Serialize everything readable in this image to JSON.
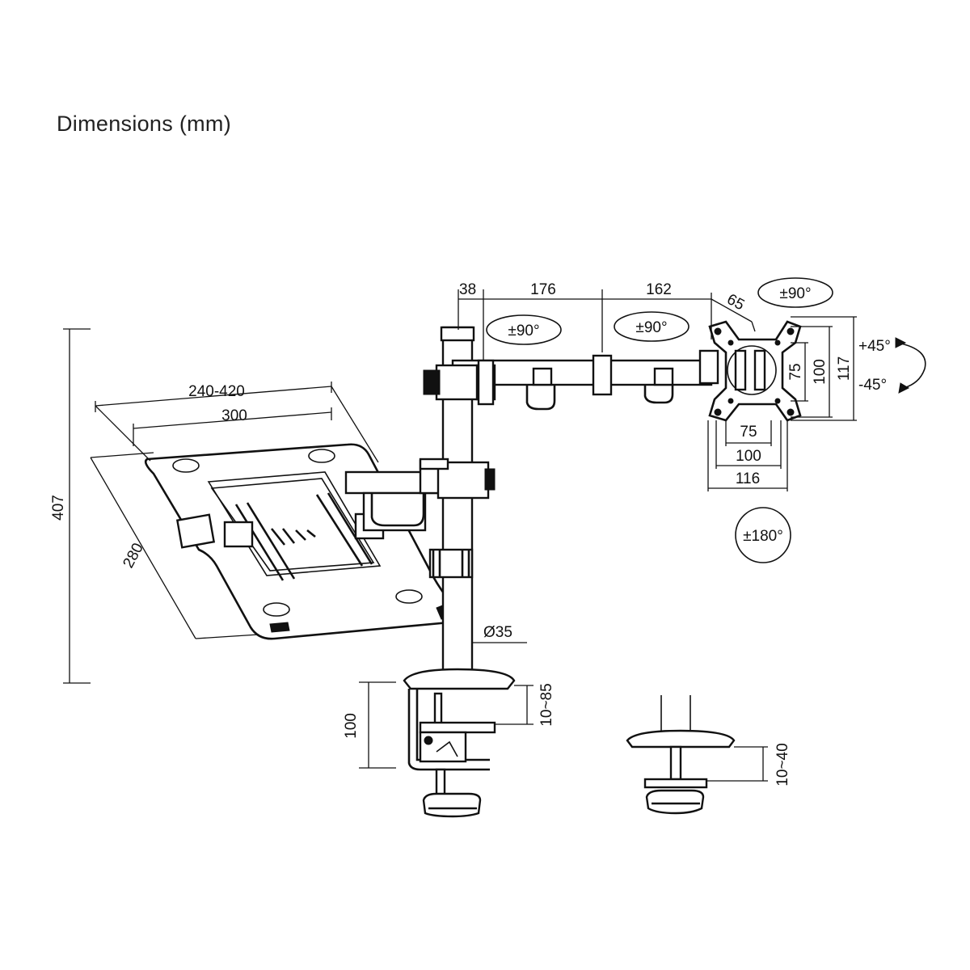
{
  "title": "Dimensions (mm)",
  "dimensions": {
    "arm_38": "38",
    "arm_176": "176",
    "arm_162": "162",
    "arm_65": "65",
    "tray_width_range": "240-420",
    "tray_width": "300",
    "tray_depth": "280",
    "total_height": "407",
    "pole_diameter": "Ø35",
    "clamp_height": "100",
    "clamp_range": "10~85",
    "grommet_range": "10~40",
    "vesa_75_h": "75",
    "vesa_100_h": "100",
    "vesa_116": "116",
    "vesa_75_v": "75",
    "vesa_100_v": "100",
    "vesa_117": "117"
  },
  "rotations": {
    "arm1": "±90°",
    "arm2": "±90°",
    "head_swivel": "±90°",
    "tilt_up": "+45°",
    "tilt_down": "-45°",
    "rotate": "±180°"
  }
}
